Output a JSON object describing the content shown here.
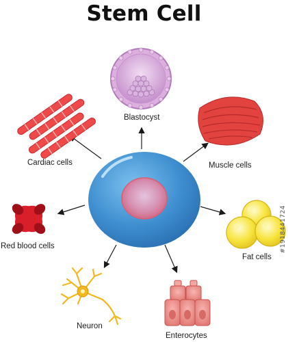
{
  "title": "Stem Cell",
  "center_label": "",
  "cells": {
    "blastocyst": "Blastocyst",
    "cardiac": "Cardiac cells",
    "muscle": "Muscle cells",
    "red_blood": "Red blood cells",
    "fat": "Fat cells",
    "neuron": "Neuron",
    "enterocytes": "Enterocytes"
  },
  "watermark_id": "#1918441724",
  "colors": {
    "stem_body": "#3f8fd0",
    "stem_nucleus": "#e37a8a",
    "muscle": "#e2433f",
    "fat": "#f5e13a",
    "rbc": "#d9202a",
    "neuron": "#f2b820",
    "enterocyte": "#f08a86",
    "blastocyst": "#c98fd0"
  }
}
